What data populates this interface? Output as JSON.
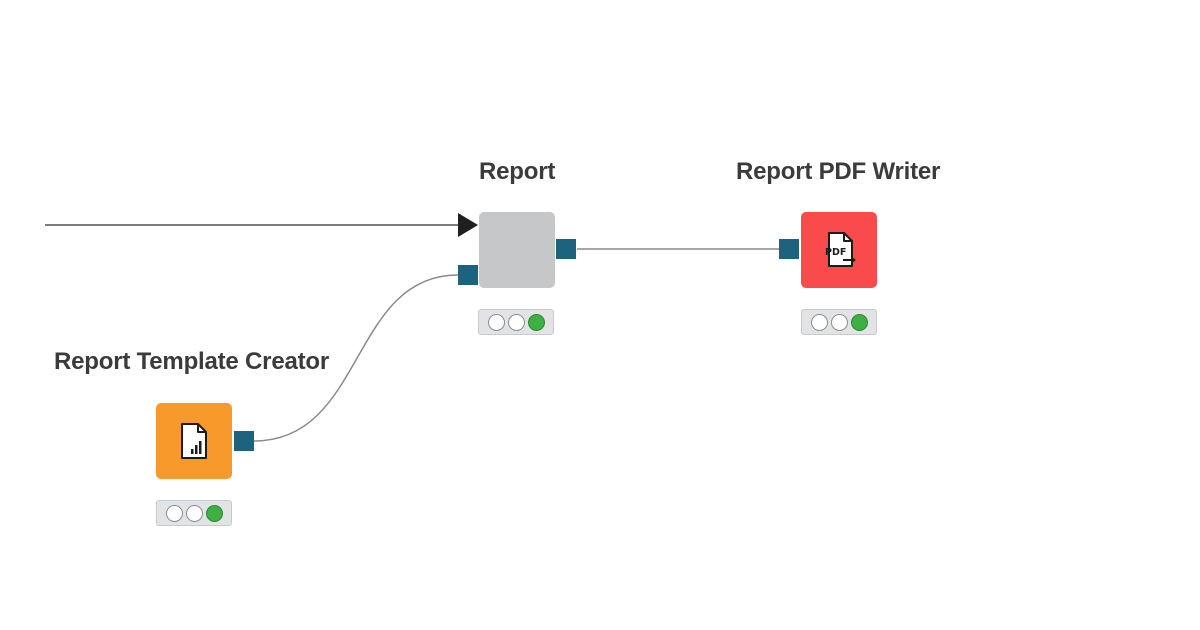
{
  "workflow": {
    "nodes": [
      {
        "id": "report",
        "label": "Report",
        "color": "#c5c7c9",
        "icon": "blank-icon",
        "status": [
          "idle",
          "idle",
          "executed"
        ]
      },
      {
        "id": "report-pdf-writer",
        "label": "Report PDF Writer",
        "color": "#f94b4b",
        "icon": "pdf-document-icon",
        "icon_text": "PDF",
        "status": [
          "idle",
          "idle",
          "executed"
        ]
      },
      {
        "id": "report-template-creator",
        "label": "Report Template Creator",
        "color": "#f7992b",
        "icon": "report-document-icon",
        "status": [
          "idle",
          "idle",
          "executed"
        ]
      }
    ],
    "connections": [
      {
        "from": "incoming-flow",
        "to": "report"
      },
      {
        "from": "report",
        "to": "report-pdf-writer"
      },
      {
        "from": "report-template-creator",
        "to": "report"
      }
    ],
    "colors": {
      "port": "#1d6380",
      "connection_line": "#8a8a8a",
      "status_green": "#3cb043"
    }
  }
}
